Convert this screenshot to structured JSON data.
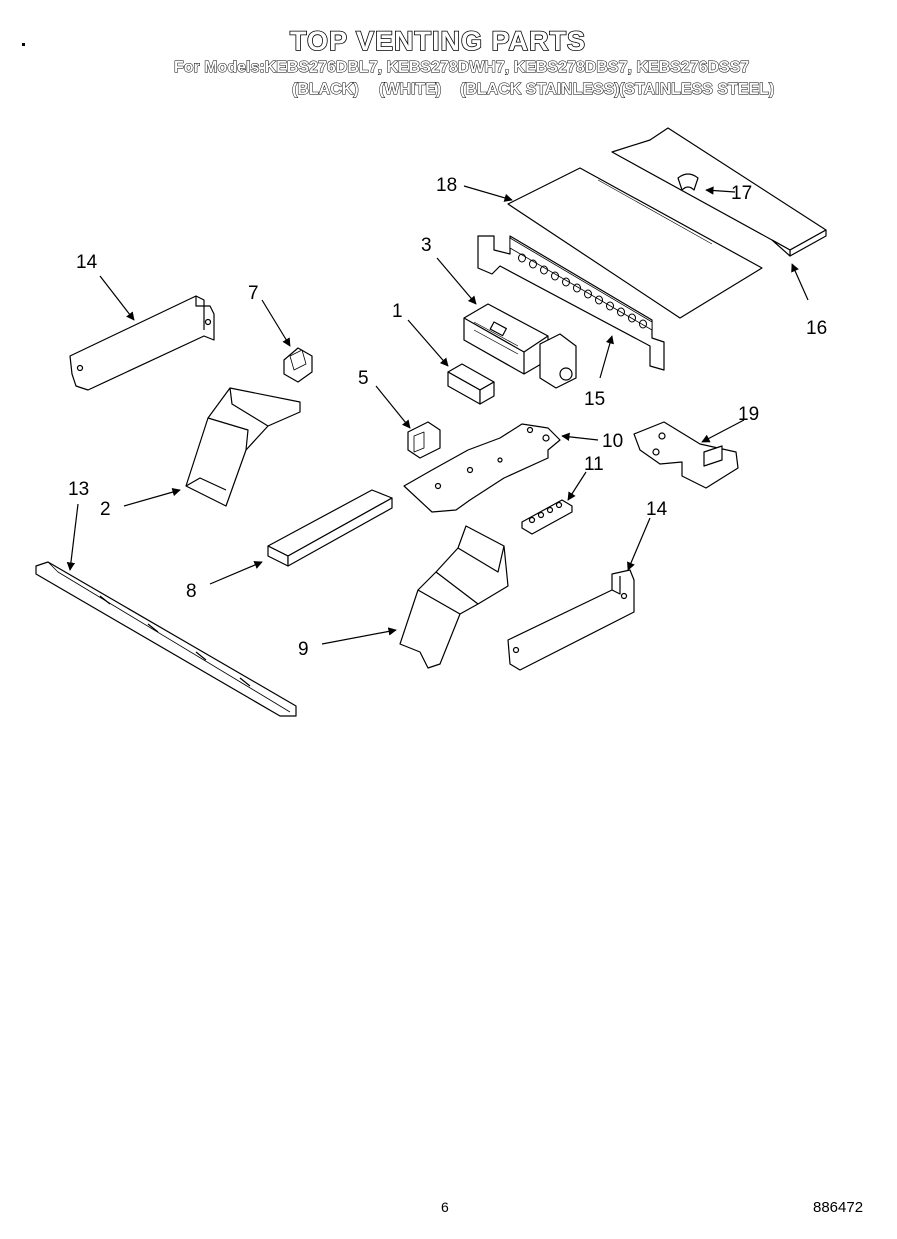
{
  "header": {
    "title": "TOP VENTING PARTS",
    "models_line": "For Models:KEBS276DBL7, KEBS278DWH7, KEBS278DBS7, KEBS276DSS7",
    "finishes": [
      "(BLACK)",
      "(WHITE)",
      "(BLACK STAINLESS)",
      "(STAINLESS STEEL)"
    ]
  },
  "callouts": {
    "c1": "1",
    "c2": "2",
    "c3": "3",
    "c5": "5",
    "c7": "7",
    "c8": "8",
    "c9": "9",
    "c10": "10",
    "c11": "11",
    "c13": "13",
    "c14a": "14",
    "c14b": "14",
    "c15": "15",
    "c16": "16",
    "c17": "17",
    "c18": "18",
    "c19": "19"
  },
  "footer": {
    "page": "6",
    "code": "886472"
  }
}
